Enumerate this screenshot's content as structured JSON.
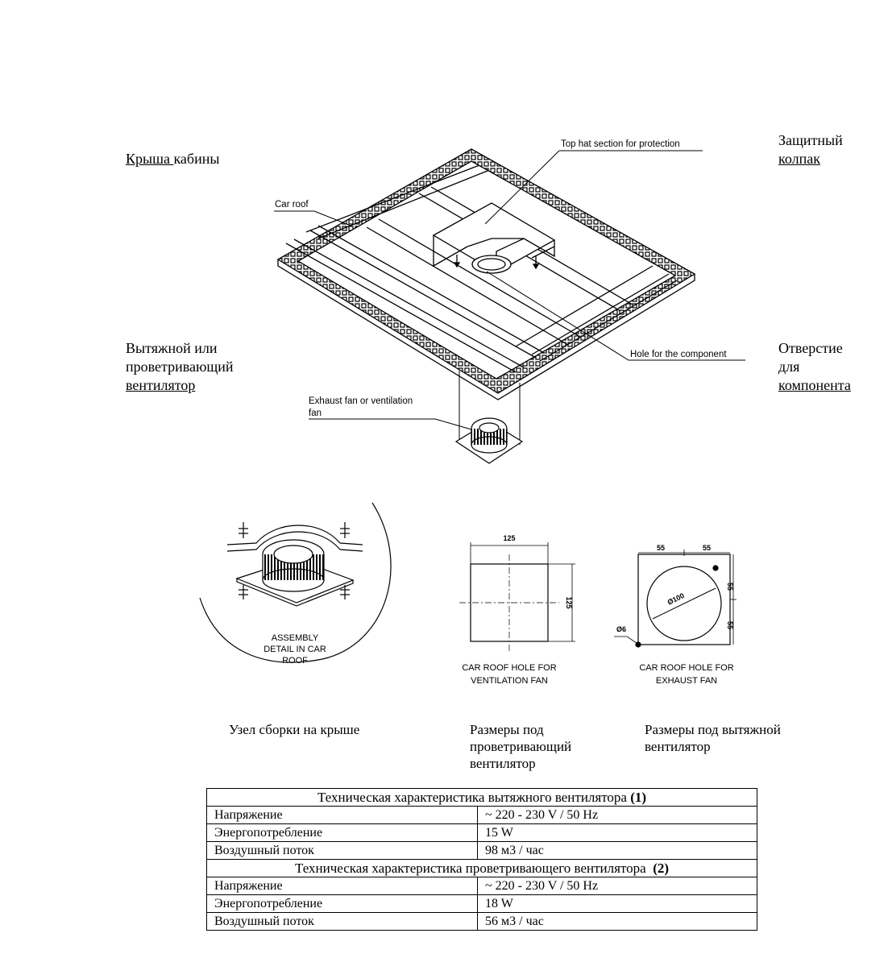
{
  "labels_ru": {
    "car_roof": {
      "underlined": "Крыша ",
      "rest": "кабины"
    },
    "protective_cap": {
      "line1": "Защитный",
      "line2": "колпак"
    },
    "fan": {
      "line1": "Вытяжной или",
      "line2": "проветривающий",
      "line3": "вентилятор"
    },
    "hole": {
      "line1": "Отверстие",
      "line2": "для",
      "line3": "компонента"
    }
  },
  "drawing_en": {
    "top_hat": "Top hat section for protection",
    "car_roof": "Car roof",
    "hole": "Hole for the component",
    "fan_line1": "Exhaust fan or ventilation",
    "fan_line2": "fan"
  },
  "details": {
    "assembly": {
      "line1": "ASSEMBLY",
      "line2": "DETAIL IN CAR",
      "line3": "ROOF"
    },
    "vent_hole": {
      "line1": "CAR ROOF HOLE FOR",
      "line2": "VENTILATION FAN",
      "dim_w": "125",
      "dim_h": "125"
    },
    "exhaust_hole": {
      "line1": "CAR ROOF HOLE FOR",
      "line2": "EXHAUST FAN",
      "dim_a": "55",
      "dim_b": "55",
      "dim_c": "55",
      "dim_d": "55",
      "diameter": "Ø100",
      "bolt": "Ø6"
    }
  },
  "captions_ru": {
    "assembly": "Узел сборки на крыше",
    "vent": {
      "line1": "Размеры под",
      "line2": "проветривающий",
      "line3": "вентилятор"
    },
    "exhaust": {
      "line1": "Размеры под вытяжной",
      "line2": "вентилятор"
    }
  },
  "spec_table": {
    "exhaust": {
      "title": "Техническая характеристика вытяжного вентилятора",
      "note": "(1)",
      "rows": [
        {
          "param": "Напряжение",
          "value": "~ 220 - 230 V / 50 Hz"
        },
        {
          "param": "Энергопотребление",
          "value": "15 W"
        },
        {
          "param": "Воздушный поток",
          "value": "98 м3 / час"
        }
      ]
    },
    "vent": {
      "title": "Техническая характеристика проветривающего вентилятора",
      "note": "(2)",
      "rows": [
        {
          "param": "Напряжение",
          "value": "~ 220 - 230 V / 50 Hz"
        },
        {
          "param": "Энергопотребление",
          "value": "18 W"
        },
        {
          "param": "Воздушный поток",
          "value": "56 м3 / час"
        }
      ]
    }
  }
}
